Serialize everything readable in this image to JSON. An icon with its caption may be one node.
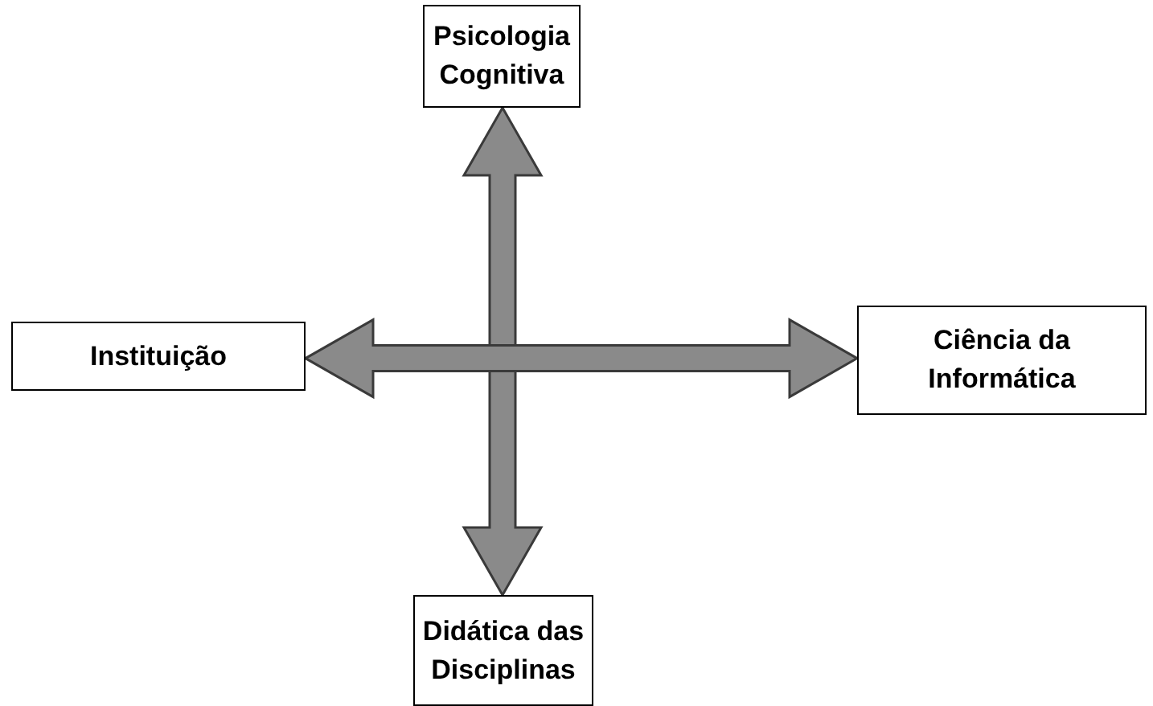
{
  "diagram": {
    "nodes": [
      {
        "text": [
          "Psicologia Cognitiva"
        ]
      },
      {
        "text": [
          "Instituição"
        ]
      },
      {
        "text": [
          "Ciência da Informática"
        ]
      },
      {
        "text": [
          "Didática das Disciplinas"
        ]
      }
    ],
    "edges": [
      {
        "from": 0,
        "to": 3,
        "arrow": "both"
      },
      {
        "from": 1,
        "to": 2,
        "arrow": "both"
      }
    ]
  }
}
